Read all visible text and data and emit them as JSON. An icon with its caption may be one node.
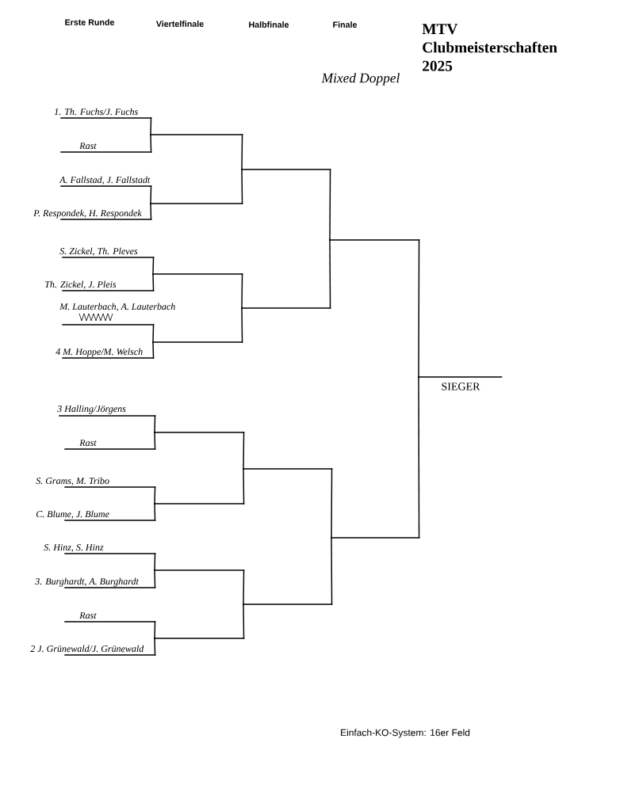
{
  "diagram": {
    "title": "MTV Clubmeisterschaften 2025",
    "caption": "Einfach-KO-System: 16er Feld",
    "nodes": [
      {
        "text": [
          "1. Th. Fuchs/J. Fuchs"
        ]
      },
      {
        "text": [
          "Rast"
        ]
      },
      {
        "text": [
          "A. Fallstad, J. Fallstadt"
        ]
      },
      {
        "text": [
          "P. Respondek, H. Respondek"
        ]
      },
      {
        "text": [
          "S. Zickel, Th. Pleves"
        ]
      },
      {
        "text": [
          "Th. Zickel, J. Pleis"
        ]
      },
      {
        "text": [
          "M. Lauterbach, A. Lauterbach"
        ]
      },
      {
        "text": [
          "4 M. Hoppe/M. Welsch"
        ]
      },
      {
        "text": [
          "3 Halling/Jörgens"
        ]
      },
      {
        "text": [
          "Rast"
        ]
      },
      {
        "text": [
          "S. Grams, M. Tribo"
        ]
      },
      {
        "text": [
          "C. Blume, J. Blume"
        ]
      },
      {
        "text": [
          "S. Hinz, S. Hinz"
        ]
      },
      {
        "text": [
          "3. Burghardt, A. Burghardt"
        ]
      },
      {
        "text": [
          "Rast"
        ]
      },
      {
        "text": [
          "2 J. Grünewald/J. Grünewald"
        ]
      },
      {
        "text": [],
        "shape": "line"
      },
      {
        "text": [],
        "shape": "line"
      },
      {
        "text": [],
        "shape": "line"
      },
      {
        "text": [],
        "shape": "line"
      },
      {
        "text": [],
        "shape": "line"
      },
      {
        "text": [],
        "shape": "line"
      },
      {
        "text": [],
        "shape": "line"
      },
      {
        "text": [],
        "shape": "line"
      },
      {
        "text": [],
        "shape": "line"
      },
      {
        "text": [],
        "shape": "line"
      },
      {
        "text": [],
        "shape": "line"
      },
      {
        "text": [],
        "shape": "line"
      },
      {
        "text": [],
        "shape": "line"
      },
      {
        "text": [],
        "shape": "line"
      },
      {
        "text": [
          "SIEGER"
        ]
      }
    ],
    "edges": [
      {
        "from": 0,
        "to": 16,
        "arrow": "none"
      },
      {
        "from": 1,
        "to": 16,
        "arrow": "none"
      },
      {
        "from": 2,
        "to": 17,
        "arrow": "none"
      },
      {
        "from": 3,
        "to": 17,
        "arrow": "none"
      },
      {
        "from": 4,
        "to": 18,
        "arrow": "none"
      },
      {
        "from": 5,
        "to": 18,
        "arrow": "none"
      },
      {
        "from": 6,
        "to": 19,
        "arrow": "none"
      },
      {
        "from": 7,
        "to": 19,
        "arrow": "none"
      },
      {
        "from": 8,
        "to": 20,
        "arrow": "none"
      },
      {
        "from": 9,
        "to": 20,
        "arrow": "none"
      },
      {
        "from": 10,
        "to": 21,
        "arrow": "none"
      },
      {
        "from": 11,
        "to": 21,
        "arrow": "none"
      },
      {
        "from": 12,
        "to": 22,
        "arrow": "none"
      },
      {
        "from": 13,
        "to": 22,
        "arrow": "none"
      },
      {
        "from": 14,
        "to": 23,
        "arrow": "none"
      },
      {
        "from": 15,
        "to": 23,
        "arrow": "none"
      },
      {
        "from": 16,
        "to": 24,
        "arrow": "none"
      },
      {
        "from": 17,
        "to": 24,
        "arrow": "none"
      },
      {
        "from": 18,
        "to": 25,
        "arrow": "none"
      },
      {
        "from": 19,
        "to": 25,
        "arrow": "none"
      },
      {
        "from": 20,
        "to": 26,
        "arrow": "none"
      },
      {
        "from": 21,
        "to": 26,
        "arrow": "none"
      },
      {
        "from": 22,
        "to": 27,
        "arrow": "none"
      },
      {
        "from": 23,
        "to": 27,
        "arrow": "none"
      },
      {
        "from": 24,
        "to": 28,
        "arrow": "none"
      },
      {
        "from": 25,
        "to": 28,
        "arrow": "none"
      },
      {
        "from": 26,
        "to": 29,
        "arrow": "none"
      },
      {
        "from": 27,
        "to": 29,
        "arrow": "none"
      },
      {
        "from": 28,
        "to": 30,
        "arrow": "none"
      },
      {
        "from": 29,
        "to": 30,
        "arrow": "none"
      }
    ],
    "labels": [
      "Erste Runde",
      "Viertelfinale",
      "Halbfinale",
      "Finale",
      "Mixed Doppel"
    ]
  }
}
